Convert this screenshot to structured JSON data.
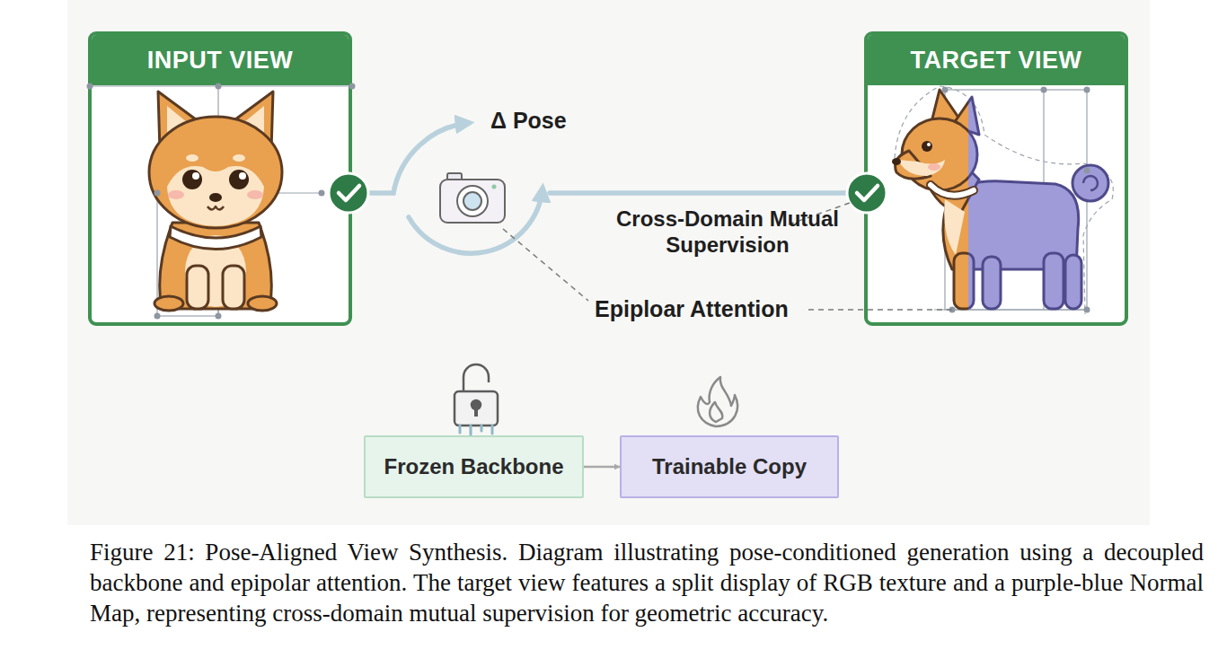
{
  "diagram": {
    "caption": "Figure 21: Pose-Aligned View Synthesis. Diagram illustrating pose-conditioned generation using a decoupled backbone and epipolar attention. The target view features a split display of RGB texture and a purple-blue Normal Map, representing cross-domain mutual supervision for geometric accuracy.",
    "nodes": [
      {
        "text": [
          "INPUT VIEW"
        ]
      },
      {
        "text": [
          "TARGET VIEW"
        ]
      },
      {
        "text": [
          "Frozen Backbone"
        ]
      },
      {
        "text": [
          "Trainable Copy"
        ]
      }
    ],
    "edges": [
      {
        "from": 2,
        "to": 3,
        "arrow": "to"
      }
    ],
    "labels": [
      "Δ Pose",
      "Cross-Domain Mutual Supervision",
      "Epiploar Attention"
    ]
  }
}
